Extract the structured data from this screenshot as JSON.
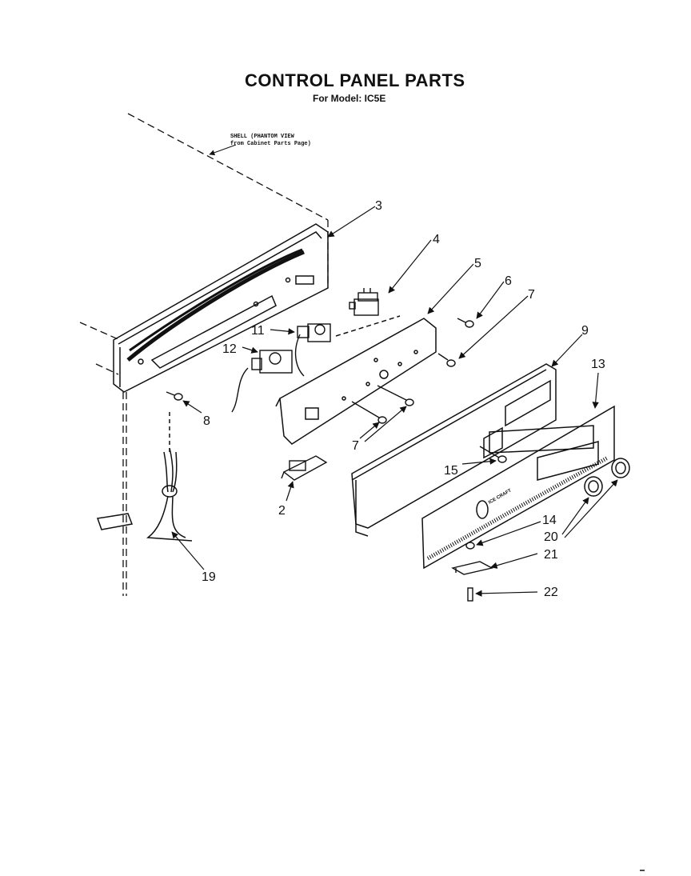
{
  "header": {
    "title": "CONTROL PANEL PARTS",
    "subtitle": "For Model: IC5E"
  },
  "notes": {
    "shell_line1": "SHELL (PHANTOM VIEW",
    "shell_line2": "from Cabinet Parts Page)"
  },
  "panel_brand": "ICE CRAFT",
  "callouts": [
    {
      "id": "c3",
      "label": "3"
    },
    {
      "id": "c4",
      "label": "4"
    },
    {
      "id": "c5",
      "label": "5"
    },
    {
      "id": "c6",
      "label": "6"
    },
    {
      "id": "c7a",
      "label": "7"
    },
    {
      "id": "c9",
      "label": "9"
    },
    {
      "id": "c13",
      "label": "13"
    },
    {
      "id": "c11",
      "label": "11"
    },
    {
      "id": "c12",
      "label": "12"
    },
    {
      "id": "c8",
      "label": "8"
    },
    {
      "id": "c7b",
      "label": "7"
    },
    {
      "id": "c15",
      "label": "15"
    },
    {
      "id": "c2",
      "label": "2"
    },
    {
      "id": "c14",
      "label": "14"
    },
    {
      "id": "c20",
      "label": "20"
    },
    {
      "id": "c21",
      "label": "21"
    },
    {
      "id": "c22",
      "label": "22"
    },
    {
      "id": "c19",
      "label": "19"
    }
  ]
}
